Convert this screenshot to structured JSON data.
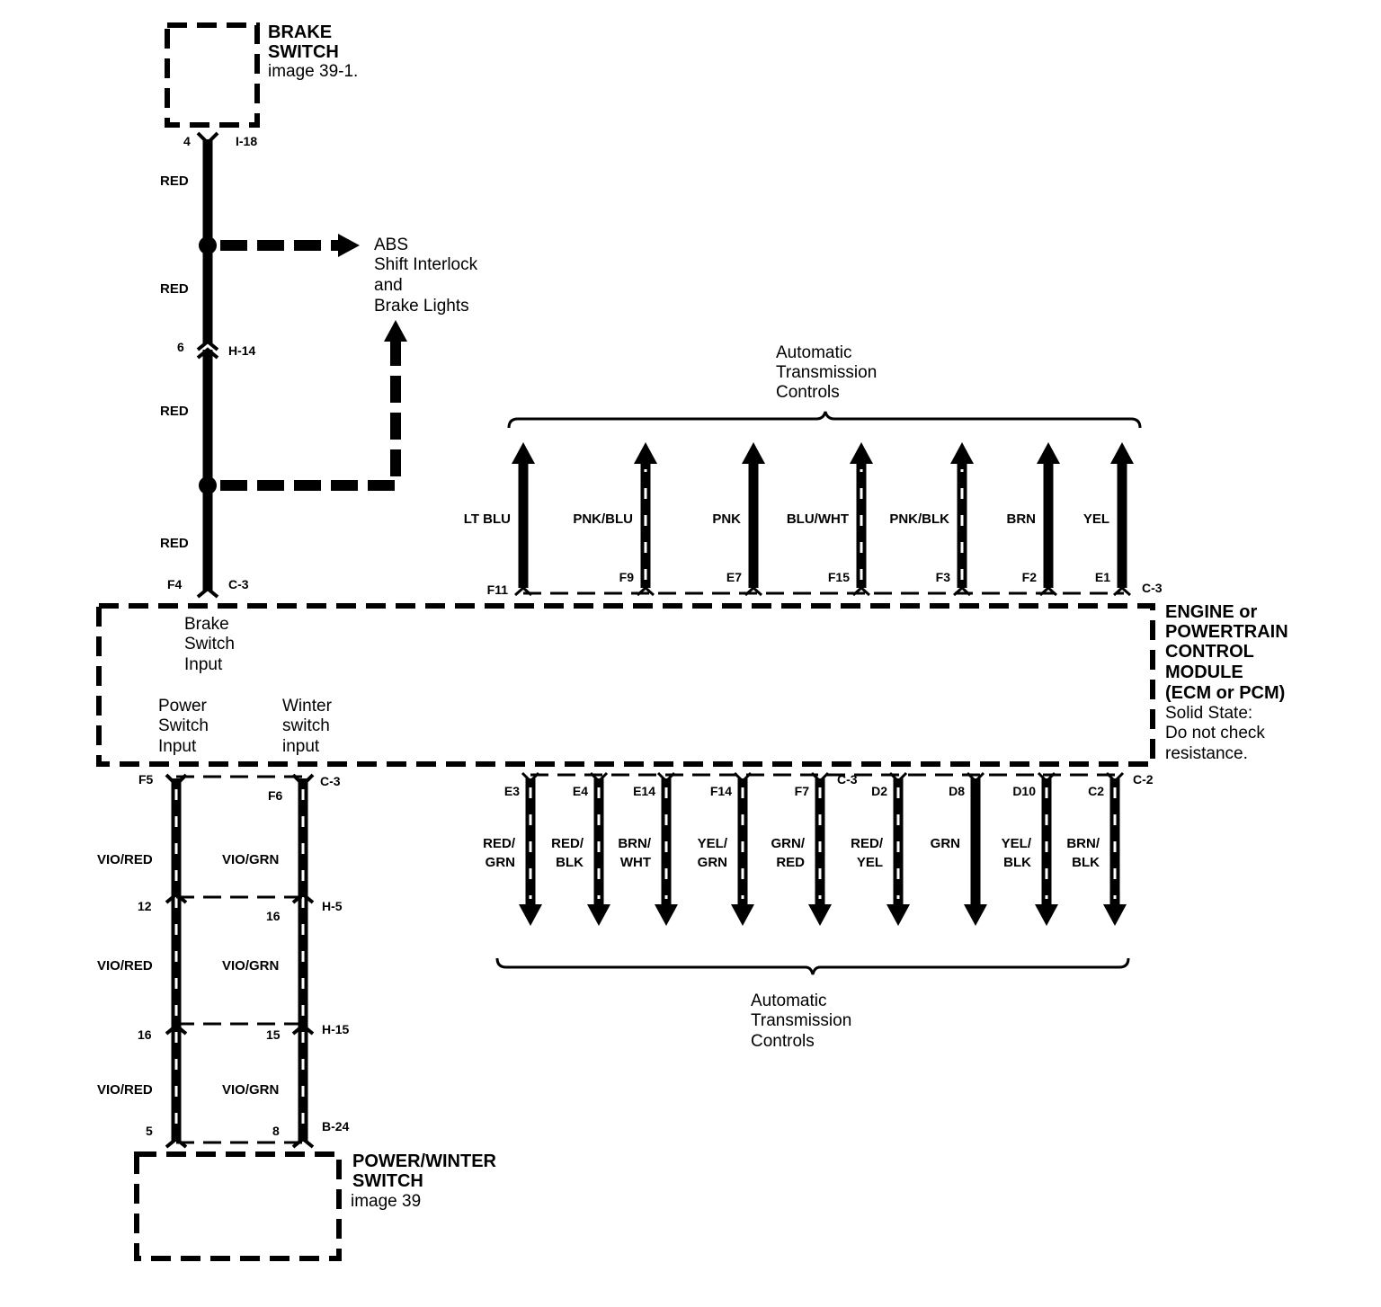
{
  "brake_switch": {
    "title_1": "BRAKE",
    "title_2": "SWITCH",
    "ref": "image 39-1."
  },
  "brake_circuit": {
    "top_pin": "4",
    "top_conn": "I-18",
    "wire_1": "RED",
    "wire_2": "RED",
    "wire_3": "RED",
    "wire_4": "RED",
    "mid_pin": "6",
    "mid_conn": "H-14",
    "bot_pin": "F4",
    "bot_conn": "C-3"
  },
  "abs_label": {
    "line_1": "ABS",
    "line_2": "Shift Interlock",
    "line_3": "and",
    "line_4": "Brake Lights"
  },
  "atc_top": {
    "line_1": "Automatic",
    "line_2": "Transmission",
    "line_3": "Controls"
  },
  "atc_bottom": {
    "line_1": "Automatic",
    "line_2": "Transmission",
    "line_3": "Controls"
  },
  "top_outputs": {
    "connector": "C-3",
    "wires": [
      {
        "pin": "F11",
        "color": "LT BLU",
        "striped": false
      },
      {
        "pin": "F9",
        "color": "PNK/BLU",
        "striped": true
      },
      {
        "pin": "E7",
        "color": "PNK",
        "striped": false
      },
      {
        "pin": "F15",
        "color": "BLU/WHT",
        "striped": true
      },
      {
        "pin": "F3",
        "color": "PNK/BLK",
        "striped": true
      },
      {
        "pin": "F2",
        "color": "BRN",
        "striped": false
      },
      {
        "pin": "E1",
        "color": "YEL",
        "striped": false
      }
    ]
  },
  "module": {
    "title_1": "ENGINE or",
    "title_2": "POWERTRAIN",
    "title_3": "CONTROL",
    "title_4": "MODULE",
    "title_5": "(ECM or PCM)",
    "note_1": "Solid State:",
    "note_2": "Do not check",
    "note_3": "resistance.",
    "input_brake_1": "Brake",
    "input_brake_2": "Switch",
    "input_brake_3": "Input",
    "input_power_1": "Power",
    "input_power_2": "Switch",
    "input_power_3": "Input",
    "input_winter_1": "Winter",
    "input_winter_2": "switch",
    "input_winter_3": "input"
  },
  "bottom_outputs": {
    "conn_mid": "C-3",
    "conn_end": "C-2",
    "wires": [
      {
        "pin": "E3",
        "color_1": "RED/",
        "color_2": "GRN",
        "striped": true
      },
      {
        "pin": "E4",
        "color_1": "RED/",
        "color_2": "BLK",
        "striped": true
      },
      {
        "pin": "E14",
        "color_1": "BRN/",
        "color_2": "WHT",
        "striped": true
      },
      {
        "pin": "F14",
        "color_1": "YEL/",
        "color_2": "GRN",
        "striped": true
      },
      {
        "pin": "F7",
        "color_1": "GRN/",
        "color_2": "RED",
        "striped": true
      },
      {
        "pin": "D2",
        "color_1": "RED/",
        "color_2": "YEL",
        "striped": true
      },
      {
        "pin": "D8",
        "color_1": "GRN",
        "color_2": "",
        "striped": false
      },
      {
        "pin": "D10",
        "color_1": "YEL/",
        "color_2": "BLK",
        "striped": true
      },
      {
        "pin": "C2",
        "color_1": "BRN/",
        "color_2": "BLK",
        "striped": true
      }
    ]
  },
  "power_winter_circuit": {
    "pcm_pin_left": "F5",
    "pcm_pin_right": "F6",
    "pcm_conn": "C-3",
    "seg_1_left": "VIO/RED",
    "seg_1_right": "VIO/GRN",
    "h5_pin_left": "12",
    "h5_pin_right": "16",
    "h5_conn": "H-5",
    "seg_2_left": "VIO/RED",
    "seg_2_right": "VIO/GRN",
    "h15_pin_left": "16",
    "h15_pin_right": "15",
    "h15_conn": "H-15",
    "seg_3_left": "VIO/RED",
    "seg_3_right": "VIO/GRN",
    "sw_pin_left": "5",
    "sw_pin_right": "8",
    "sw_conn": "B-24"
  },
  "power_winter_switch": {
    "title_1": "POWER/WINTER",
    "title_2": "SWITCH",
    "ref": "image 39"
  }
}
